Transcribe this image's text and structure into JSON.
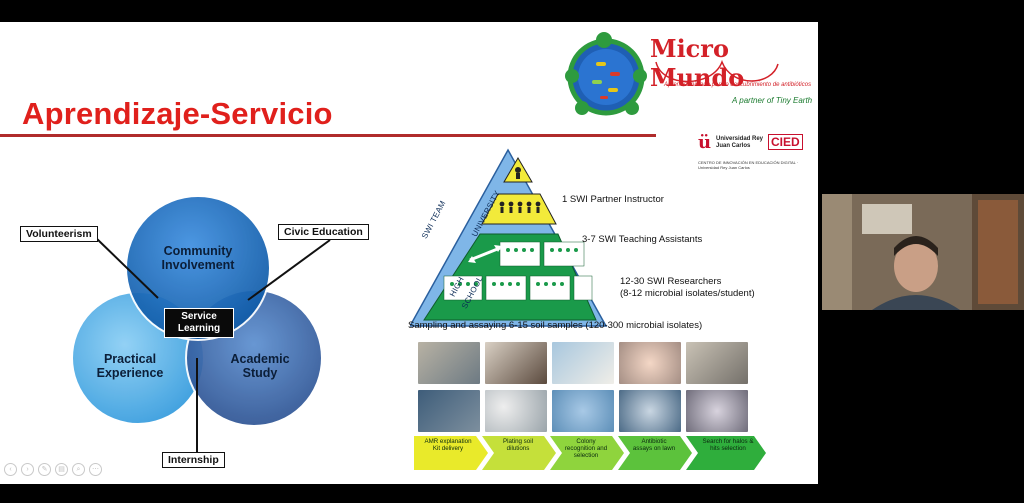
{
  "slide": {
    "title": "Aprendizaje-Servicio",
    "title_color": "#e0201c",
    "logo": {
      "brand_name": "Micro Mundo",
      "tagline": "Aprendiz-iniciado para o descubrimiento de antibióticos",
      "partner": "A partner of Tiny Earth"
    },
    "university": {
      "name": "Universidad Rey Juan Carlos",
      "center": "CIED",
      "caption": "CENTRO DE INNOVACIÓN EN EDUCACIÓN DIGITAL · Universidad Rey Juan Carlos"
    },
    "venn": {
      "labels": {
        "volunteerism": "Volunteerism",
        "civic_education": "Civic Education",
        "internship": "Internship"
      },
      "circles": {
        "community": [
          "Community",
          "Involvement"
        ],
        "practical": [
          "Practical",
          "Experience"
        ],
        "academic": [
          "Academic",
          "Study"
        ]
      },
      "center": [
        "Service",
        "Learning"
      ]
    },
    "pyramid": {
      "tiers": [
        "1 SWI Partner Instructor",
        "3-7 SWI Teaching Assistants",
        "12-30 SWI Researchers",
        "(8-12 microbial isolates/student)"
      ],
      "side_labels": {
        "swi_team": "SWI TEAM",
        "university": "UNIVERSITY",
        "high": "HIGH",
        "school": "SCHOOL"
      }
    },
    "sampling_text": "Sampling and assaying 6-15 soil samples (120-300 microbial isolates)",
    "steps": [
      [
        "AMR explanation",
        "Kit delivery"
      ],
      [
        "Plating soil",
        "dilutions"
      ],
      [
        "Colony",
        "recognition and",
        "selection"
      ],
      [
        "Antibiotic",
        "assays on lawn"
      ],
      [
        "Search for halos &",
        "hits selection"
      ]
    ]
  },
  "toolbar": {
    "buttons": [
      "prev-icon",
      "next-icon",
      "pen-icon",
      "menu-icon",
      "zoom-icon",
      "more-icon"
    ]
  }
}
